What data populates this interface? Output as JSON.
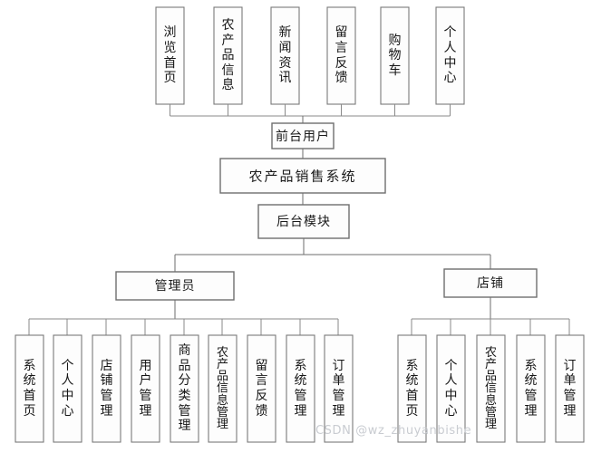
{
  "diagram": {
    "type": "tree-hierarchy-chart",
    "title_node": "农产品销售系统",
    "root": "农产品销售系统",
    "frontend_user": "前台用户",
    "backend_module": "后台模块",
    "admin": "管理员",
    "shop": "店铺",
    "frontend_items": [
      {
        "label": "浏览首页",
        "chars": [
          "浏",
          "览",
          "首",
          "页"
        ]
      },
      {
        "label": "农产品信息",
        "chars": [
          "农",
          "产",
          "品",
          "信",
          "息"
        ]
      },
      {
        "label": "新闻资讯",
        "chars": [
          "新",
          "闻",
          "资",
          "讯"
        ]
      },
      {
        "label": "留言反馈",
        "chars": [
          "留",
          "言",
          "反",
          "馈"
        ]
      },
      {
        "label": "购物车",
        "chars": [
          "购",
          "物",
          "车"
        ]
      },
      {
        "label": "个人中心",
        "chars": [
          "个",
          "人",
          "中",
          "心"
        ]
      }
    ],
    "admin_items": [
      {
        "label": "系统首页",
        "chars": [
          "系",
          "统",
          "首",
          "页"
        ]
      },
      {
        "label": "个人中心",
        "chars": [
          "个",
          "人",
          "中",
          "心"
        ]
      },
      {
        "label": "店铺管理",
        "chars": [
          "店",
          "铺",
          "管",
          "理"
        ]
      },
      {
        "label": "用户管理",
        "chars": [
          "用",
          "户",
          "管",
          "理"
        ]
      },
      {
        "label": "商品分类管理",
        "chars": [
          "商",
          "品",
          "分",
          "类",
          "管",
          "理"
        ]
      },
      {
        "label": "农产品信息管理",
        "chars": [
          "农",
          "产",
          "品",
          "信",
          "息",
          "管",
          "理"
        ]
      },
      {
        "label": "留言反馈",
        "chars": [
          "留",
          "言",
          "反",
          "馈"
        ]
      },
      {
        "label": "系统管理",
        "chars": [
          "系",
          "统",
          "管",
          "理"
        ]
      },
      {
        "label": "订单管理",
        "chars": [
          "订",
          "单",
          "管",
          "理"
        ]
      }
    ],
    "shop_items": [
      {
        "label": "系统首页",
        "chars": [
          "系",
          "统",
          "首",
          "页"
        ]
      },
      {
        "label": "个人中心",
        "chars": [
          "个",
          "人",
          "中",
          "心"
        ]
      },
      {
        "label": "农产品信息管理",
        "chars": [
          "农",
          "产",
          "品",
          "信",
          "息",
          "管",
          "理"
        ]
      },
      {
        "label": "系统管理",
        "chars": [
          "系",
          "统",
          "管",
          "理"
        ]
      },
      {
        "label": "订单管理",
        "chars": [
          "订",
          "单",
          "管",
          "理"
        ]
      }
    ],
    "watermark": "CSDN @wz_zhuyanbishe",
    "colors": {
      "background": "#ffffff",
      "box_fill": "#fdfdfd",
      "box_stroke": "#7a7a7a",
      "line": "#6e6e6e",
      "text": "#1b1b1b",
      "watermark": "#c9ccd1"
    }
  }
}
